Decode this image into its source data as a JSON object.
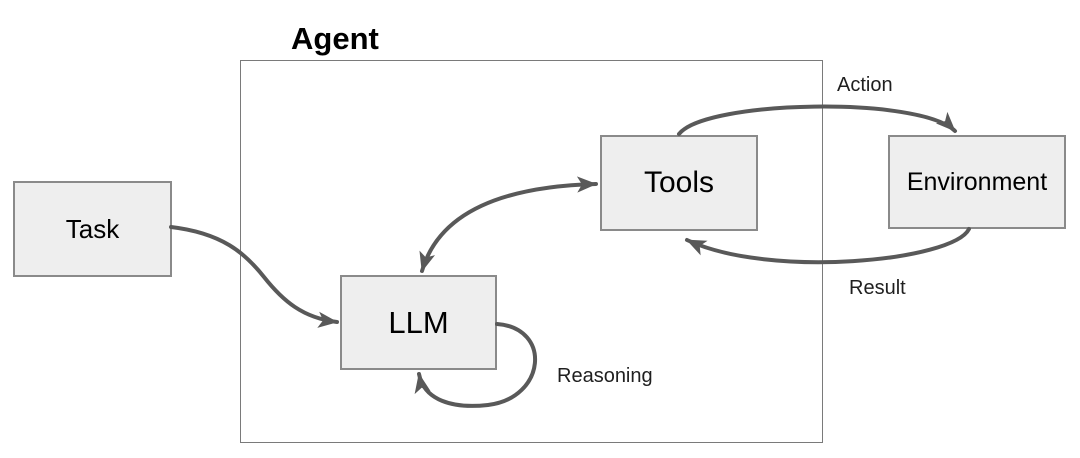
{
  "diagram": {
    "title": "Agent",
    "nodes": {
      "task": {
        "label": "Task"
      },
      "llm": {
        "label": "LLM"
      },
      "tools": {
        "label": "Tools"
      },
      "environment": {
        "label": "Environment"
      }
    },
    "edges": [
      {
        "from": "Task",
        "to": "LLM",
        "label": "",
        "bidirectional": false
      },
      {
        "from": "LLM",
        "to": "Tools",
        "label": "",
        "bidirectional": true
      },
      {
        "from": "Tools",
        "to": "Environment",
        "label": "Action",
        "bidirectional": false
      },
      {
        "from": "Environment",
        "to": "Tools",
        "label": "Result",
        "bidirectional": false
      },
      {
        "from": "LLM",
        "to": "LLM",
        "label": "Reasoning",
        "bidirectional": false
      }
    ],
    "colors": {
      "background": "#ffffff",
      "node_fill": "#eeeeee",
      "node_border": "#8a8a8a",
      "container_border": "#7a7a7a",
      "arrow": "#595959",
      "node_text": "#000000",
      "edge_label_text": "#1f1f1f"
    }
  }
}
